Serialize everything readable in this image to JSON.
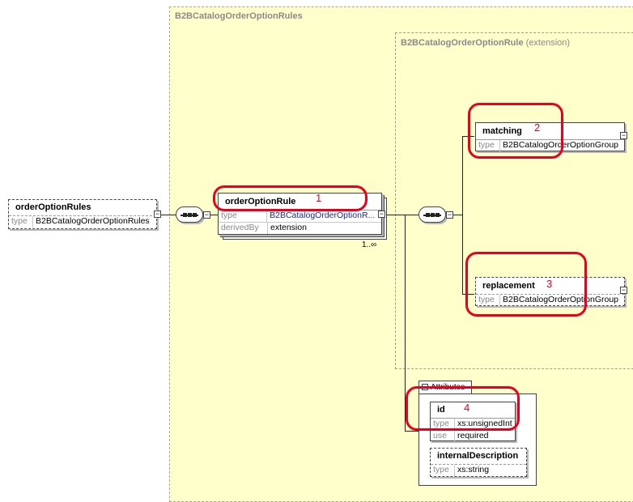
{
  "outer_region": {
    "title": "B2BCatalogOrderOptionRules"
  },
  "inner_region": {
    "title": "B2BCatalogOrderOptionRule",
    "qualifier": "(extension)"
  },
  "root_element": {
    "name": "orderOptionRules",
    "type_key": "type",
    "type_value": "B2BCatalogOrderOptionRules"
  },
  "rule_element": {
    "name": "orderOptionRule",
    "type_key": "type",
    "type_value": "B2BCatalogOrderOptionR...",
    "derived_key": "derivedBy",
    "derived_value": "extension",
    "cardinality": "1..∞"
  },
  "matching_element": {
    "name": "matching",
    "type_key": "type",
    "type_value": "B2BCatalogOrderOptionGroup"
  },
  "replacement_element": {
    "name": "replacement",
    "type_key": "type",
    "type_value": "B2BCatalogOrderOptionGroup"
  },
  "attributes": {
    "label": "Attributes",
    "id_attr": {
      "name": "id",
      "type_key": "type",
      "type_value": "xs:unsignedInt",
      "use_key": "use",
      "use_value": "required"
    },
    "desc_attr": {
      "name": "internalDescription",
      "type_key": "type",
      "type_value": "xs:string"
    }
  },
  "annotations": [
    "1",
    "2",
    "3",
    "4"
  ],
  "colors": {
    "region_fill": "#ffffcc",
    "highlight": "#e8001c",
    "type_link": "#1a2a9a"
  }
}
